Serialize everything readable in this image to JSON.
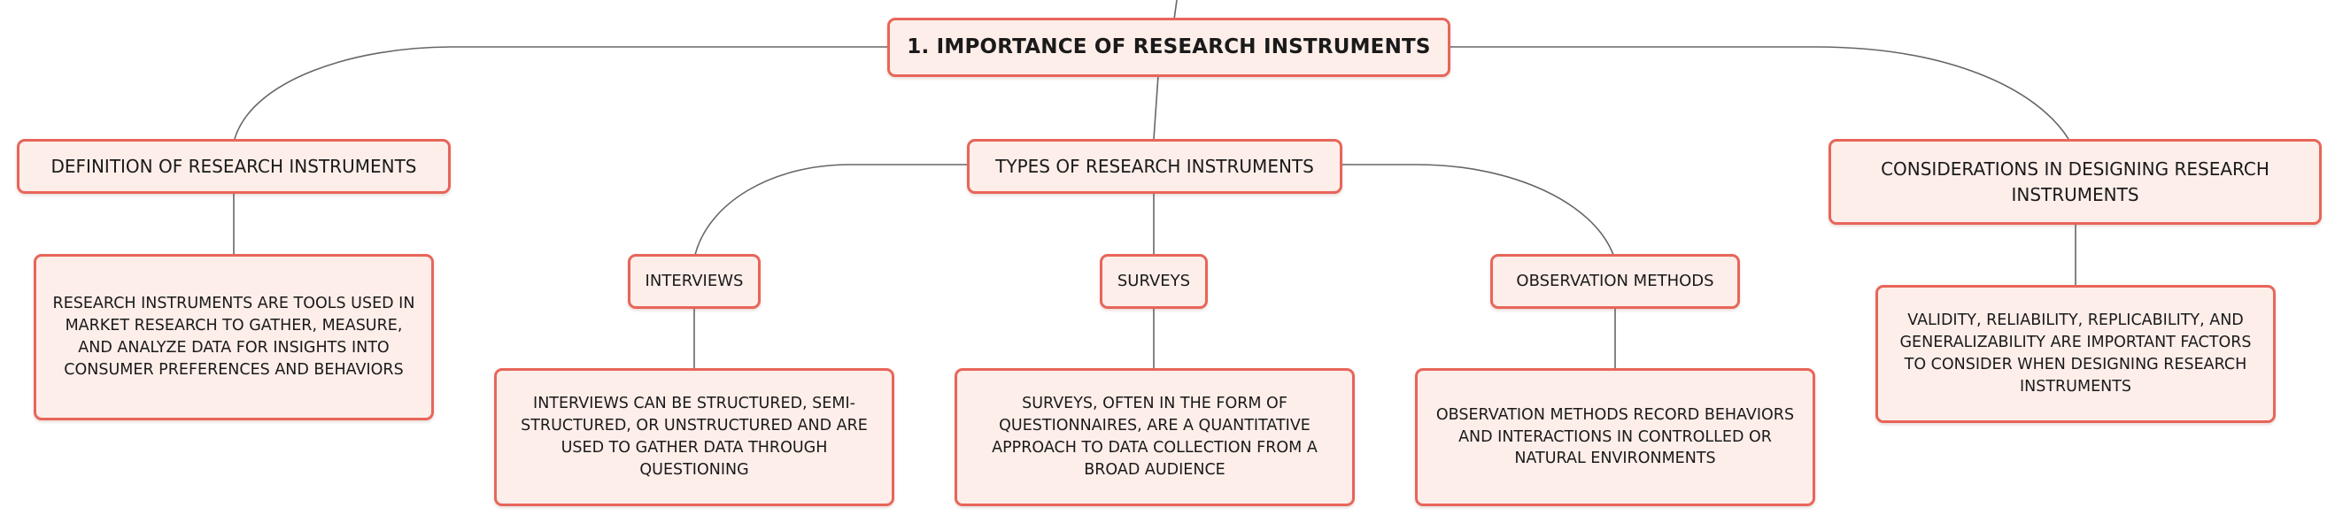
{
  "diagram": {
    "root": {
      "label": "1. IMPORTANCE OF RESEARCH INSTRUMENTS"
    },
    "branches": {
      "definition": {
        "label": "DEFINITION OF RESEARCH INSTRUMENTS",
        "detail": "RESEARCH INSTRUMENTS ARE TOOLS USED IN MARKET RESEARCH TO GATHER, MEASURE, AND ANALYZE DATA FOR INSIGHTS INTO CONSUMER PREFERENCES AND BEHAVIORS"
      },
      "types": {
        "label": "TYPES OF RESEARCH INSTRUMENTS",
        "interviews": {
          "label": "INTERVIEWS",
          "detail": "INTERVIEWS CAN BE STRUCTURED, SEMI-STRUCTURED, OR UNSTRUCTURED AND ARE USED TO GATHER DATA THROUGH QUESTIONING"
        },
        "surveys": {
          "label": "SURVEYS",
          "detail": "SURVEYS, OFTEN IN THE FORM OF QUESTIONNAIRES, ARE A QUANTITATIVE APPROACH TO DATA COLLECTION FROM A BROAD AUDIENCE"
        },
        "observation": {
          "label": "OBSERVATION METHODS",
          "detail": "OBSERVATION METHODS RECORD BEHAVIORS AND INTERACTIONS IN CONTROLLED OR NATURAL ENVIRONMENTS"
        }
      },
      "considerations": {
        "label": "CONSIDERATIONS IN DESIGNING RESEARCH INSTRUMENTS",
        "detail": "VALIDITY, RELIABILITY, REPLICABILITY, AND GENERALIZABILITY ARE IMPORTANT FACTORS TO CONSIDER WHEN DESIGNING RESEARCH INSTRUMENTS"
      }
    }
  },
  "colors": {
    "node_fill": "#fdeee9",
    "node_border": "#e8655a",
    "connector": "#666666",
    "text": "#1a1a1a"
  }
}
